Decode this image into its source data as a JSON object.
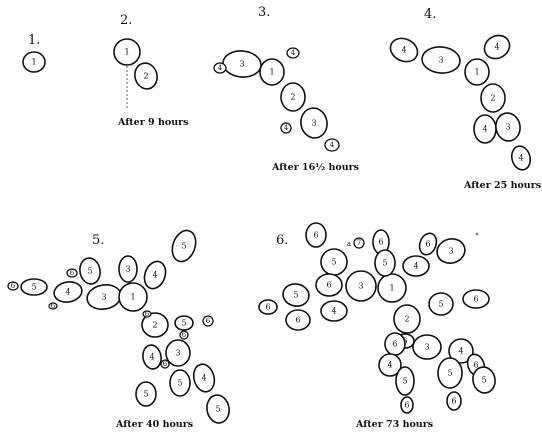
{
  "panels": [
    {
      "id": "p1",
      "number": "1.",
      "caption": ""
    },
    {
      "id": "p2",
      "number": "2.",
      "caption": "After 9 hours"
    },
    {
      "id": "p3",
      "number": "3.",
      "caption": "After 16½ hours"
    },
    {
      "id": "p4",
      "number": "4.",
      "caption": "After 25 hours"
    },
    {
      "id": "p5",
      "number": "5.",
      "caption": "After 40 hours"
    },
    {
      "id": "p6",
      "number": "6.",
      "caption": "After 73 hours"
    }
  ],
  "extra_label": "a"
}
